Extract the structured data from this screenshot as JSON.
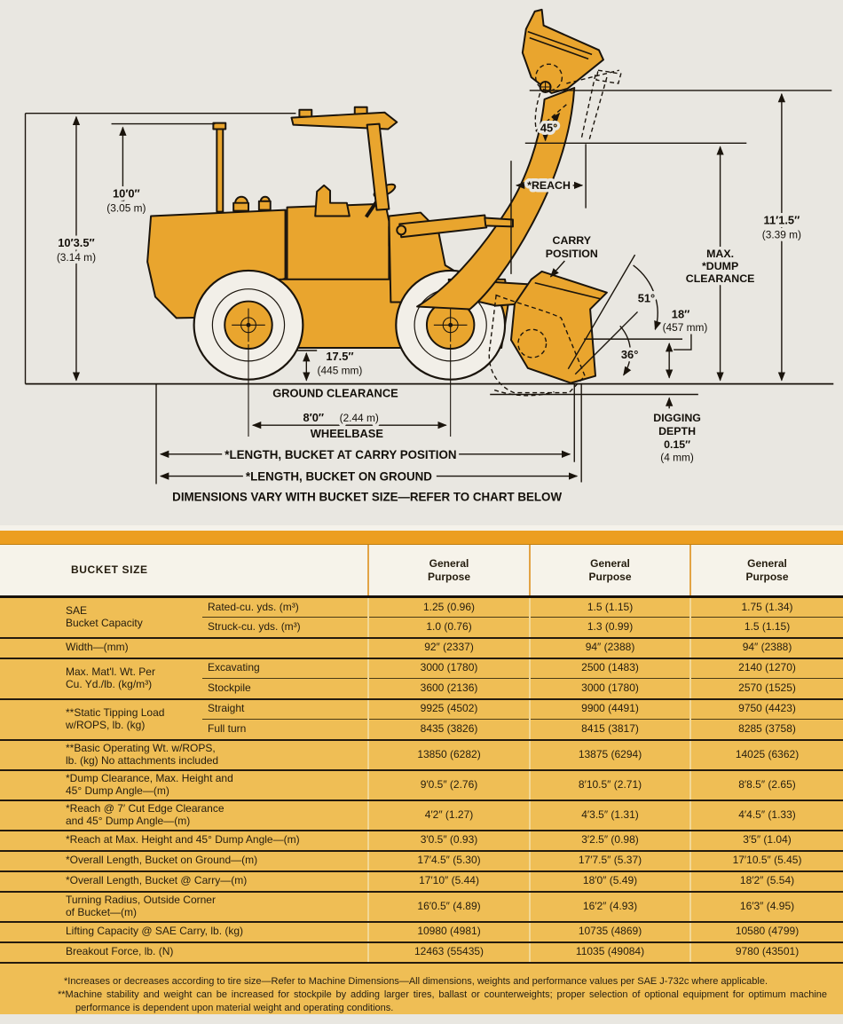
{
  "diagram": {
    "height_overall_ft": "10′3.5″",
    "height_overall_m": "(3.14 m)",
    "height_top_ft": "10′0″",
    "height_top_m": "(3.05 m)",
    "height_max_ft": "11′1.5″",
    "height_max_m": "(3.39 m)",
    "dump_angle": "45°",
    "reach_label": "*REACH",
    "carry_l1": "CARRY",
    "carry_l2": "POSITION",
    "maxdump_l1": "MAX.",
    "maxdump_l2": "*DUMP",
    "maxdump_l3": "CLEARANCE",
    "rollback_angle": "51°",
    "cut_edge_in": "18″",
    "cut_edge_mm": "(457 mm)",
    "dig_angle": "36°",
    "gc_in": "17.5″",
    "gc_mm": "(445 mm)",
    "gc_label": "GROUND CLEARANCE",
    "dig_l1": "DIGGING",
    "dig_l2": "DEPTH",
    "dig_l3": "0.15″",
    "dig_l4": "(4 mm)",
    "wb_ft": "8′0″",
    "wb_m": "(2.44 m)",
    "wb_label": "WHEELBASE",
    "len_carry": "*LENGTH, BUCKET AT CARRY POSITION",
    "len_ground": "*LENGTH, BUCKET ON GROUND",
    "caption": "DIMENSIONS VARY WITH BUCKET SIZE—REFER TO CHART BELOW"
  },
  "table": {
    "title": "BUCKET SIZE",
    "columns": [
      "General Purpose",
      "General Purpose",
      "General Purpose"
    ],
    "groups": [
      {
        "l1": "SAE",
        "l2": "Bucket Capacity",
        "rows": [
          {
            "sub": "Rated-cu. yds. (m³)",
            "v": [
              "1.25 (0.96)",
              "1.5 (1.15)",
              "1.75 (1.34)"
            ]
          },
          {
            "sub": "Struck-cu. yds. (m³)",
            "v": [
              "1.0 (0.76)",
              "1.3 (0.99)",
              "1.5 (1.15)"
            ]
          }
        ]
      },
      {
        "l1": "Width—(mm)",
        "v": [
          "92″ (2337)",
          "94″ (2388)",
          "94″ (2388)"
        ]
      },
      {
        "l1": "Max. Mat'l. Wt. Per",
        "l2": "Cu. Yd./lb. (kg/m³)",
        "rows": [
          {
            "sub": "Excavating",
            "v": [
              "3000 (1780)",
              "2500 (1483)",
              "2140 (1270)"
            ]
          },
          {
            "sub": "Stockpile",
            "v": [
              "3600 (2136)",
              "3000 (1780)",
              "2570 (1525)"
            ]
          }
        ]
      },
      {
        "l1": "**Static Tipping Load",
        "l2": "w/ROPS, lb. (kg)",
        "rows": [
          {
            "sub": "Straight",
            "v": [
              "9925 (4502)",
              "9900 (4491)",
              "9750 (4423)"
            ]
          },
          {
            "sub": "Full turn",
            "v": [
              "8435 (3826)",
              "8415 (3817)",
              "8285 (3758)"
            ]
          }
        ]
      },
      {
        "l1": "**Basic Operating Wt. w/ROPS,",
        "l2": "lb. (kg) No attachments included",
        "v": [
          "13850 (6282)",
          "13875 (6294)",
          "14025 (6362)"
        ]
      },
      {
        "l1": "*Dump Clearance, Max. Height and",
        "l2": "45° Dump Angle—(m)",
        "v": [
          "9′0.5″ (2.76)",
          "8′10.5″ (2.71)",
          "8′8.5″ (2.65)"
        ]
      },
      {
        "l1": "*Reach @ 7′ Cut Edge Clearance",
        "l2": "and 45° Dump Angle—(m)",
        "v": [
          "4′2″ (1.27)",
          "4′3.5″ (1.31)",
          "4′4.5″ (1.33)"
        ]
      },
      {
        "l1": "*Reach at Max. Height and 45° Dump Angle—(m)",
        "v": [
          "3′0.5″ (0.93)",
          "3′2.5″ (0.98)",
          "3′5″ (1.04)"
        ]
      },
      {
        "l1": "*Overall Length, Bucket on Ground—(m)",
        "v": [
          "17′4.5″ (5.30)",
          "17′7.5″ (5.37)",
          "17′10.5″ (5.45)"
        ]
      },
      {
        "l1": "*Overall Length, Bucket @ Carry—(m)",
        "v": [
          "17′10″ (5.44)",
          "18′0″ (5.49)",
          "18′2″ (5.54)"
        ]
      },
      {
        "l1": "Turning Radius, Outside Corner",
        "l2": "of Bucket—(m)",
        "v": [
          "16′0.5″ (4.89)",
          "16′2″ (4.93)",
          "16′3″ (4.95)"
        ]
      },
      {
        "l1": "Lifting Capacity @ SAE Carry, lb. (kg)",
        "v": [
          "10980 (4981)",
          "10735 (4869)",
          "10580 (4799)"
        ]
      },
      {
        "l1": "Breakout Force, lb. (N)",
        "v": [
          "12463 (55435)",
          "11035 (49084)",
          "9780 (43501)"
        ]
      }
    ]
  },
  "footnotes": {
    "f1": "*Increases or decreases according to tire size—Refer to Machine Dimensions—All dimensions, weights and performance values per SAE J-732c where applicable.",
    "f2": "**Machine stability and weight can be increased for stockpile by adding larger tires, ballast or counterweights; proper selection of optional equipment for optimum machine performance is dependent upon material weight and operating conditions."
  },
  "colors": {
    "machine_orange": "#e9a52e",
    "band_orange": "#ec9e20",
    "table_yellow": "#efbe55",
    "paper": "#e9e7e1"
  }
}
